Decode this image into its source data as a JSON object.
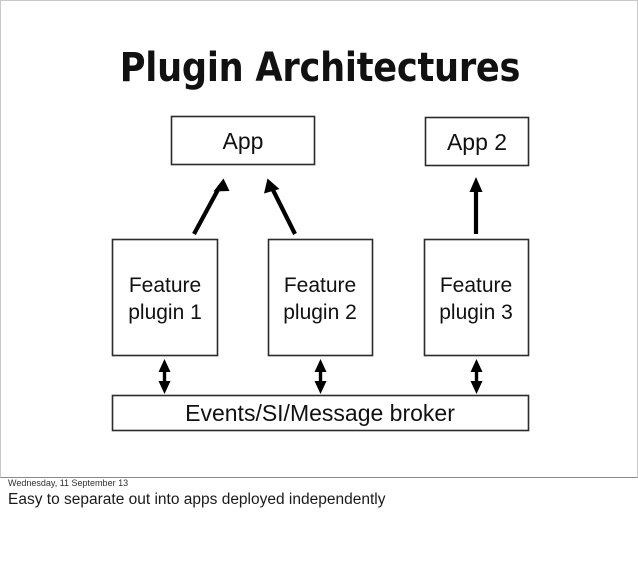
{
  "slide": {
    "title": "Plugin Architectures",
    "boxes": {
      "app": "App",
      "app2": "App 2",
      "plugin1_line1": "Feature",
      "plugin1_line2": "plugin 1",
      "plugin2_line1": "Feature",
      "plugin2_line2": "plugin 2",
      "plugin3_line1": "Feature",
      "plugin3_line2": "plugin 3",
      "broker": "Events/SI/Message broker"
    },
    "connectors": [
      {
        "name": "plugin1-to-app",
        "kind": "arrow-up-right"
      },
      {
        "name": "plugin2-to-app",
        "kind": "arrow-up-left"
      },
      {
        "name": "plugin3-to-app2",
        "kind": "arrow-up"
      },
      {
        "name": "plugin1-to-broker",
        "kind": "double-arrow-vertical"
      },
      {
        "name": "plugin2-to-broker",
        "kind": "double-arrow-vertical"
      },
      {
        "name": "plugin3-to-broker",
        "kind": "double-arrow-vertical"
      }
    ]
  },
  "footer": {
    "date": "Wednesday, 11 September 13",
    "caption": "Easy to separate out into apps deployed independently"
  },
  "colors": {
    "background": "#ffffff",
    "ink": "#111111",
    "box_stroke": "#2b2b2b",
    "slide_border": "#c9c9c9",
    "slide_rule": "#8a8a8a"
  }
}
